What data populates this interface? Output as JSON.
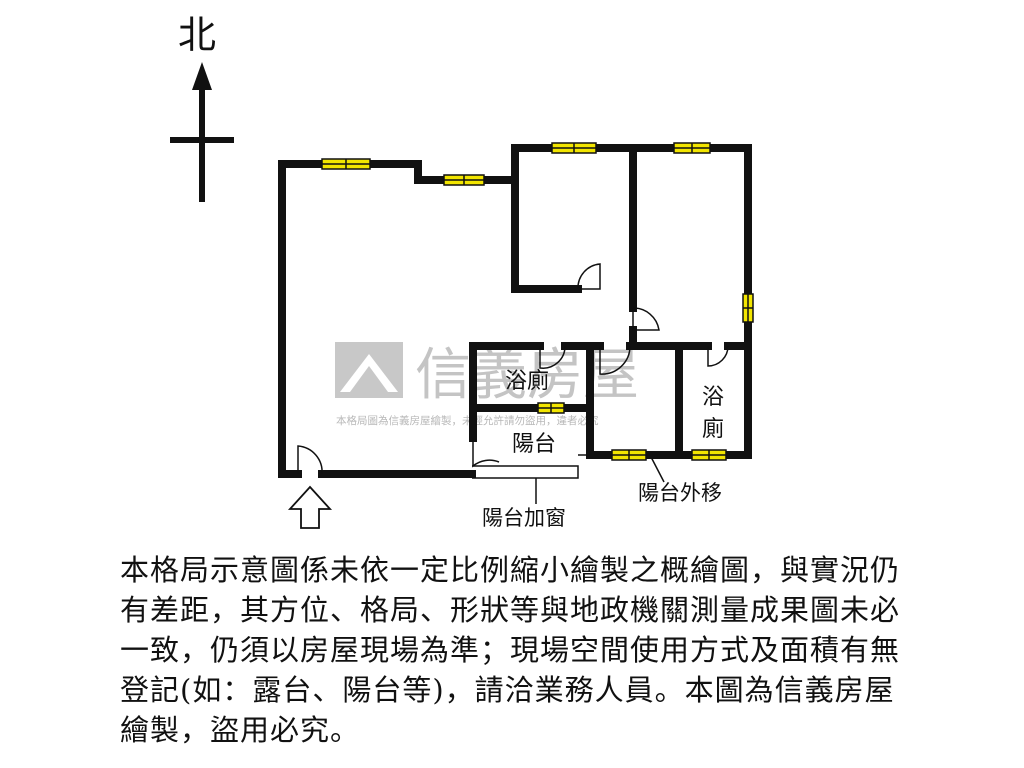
{
  "compass": {
    "north_label": "北"
  },
  "rooms": {
    "bath1": "浴廁",
    "bath2_line1": "浴",
    "bath2_line2": "廁",
    "balcony": "陽台"
  },
  "annotations": {
    "balcony_window": "陽台加窗",
    "balcony_moved": "陽台外移"
  },
  "watermark": {
    "brand": "信義房屋",
    "notice": "本格局圖為信義房屋繪製，未經允許請勿盜用，違者必究"
  },
  "disclaimer": "本格局示意圖係未依一定比例縮小繪製之概繪圖，與實況仍有差距，其方位、格局、形狀等與地政機關測量成果圖未必一致，仍須以房屋現場為準；現場空間使用方式及面積有無登記(如：露台、陽台等)，請洽業務人員。本圖為信義房屋繪製，盜用必究。",
  "colors": {
    "window": "#f2e500",
    "wall": "#111111",
    "watermark": "#c4c4c4"
  }
}
